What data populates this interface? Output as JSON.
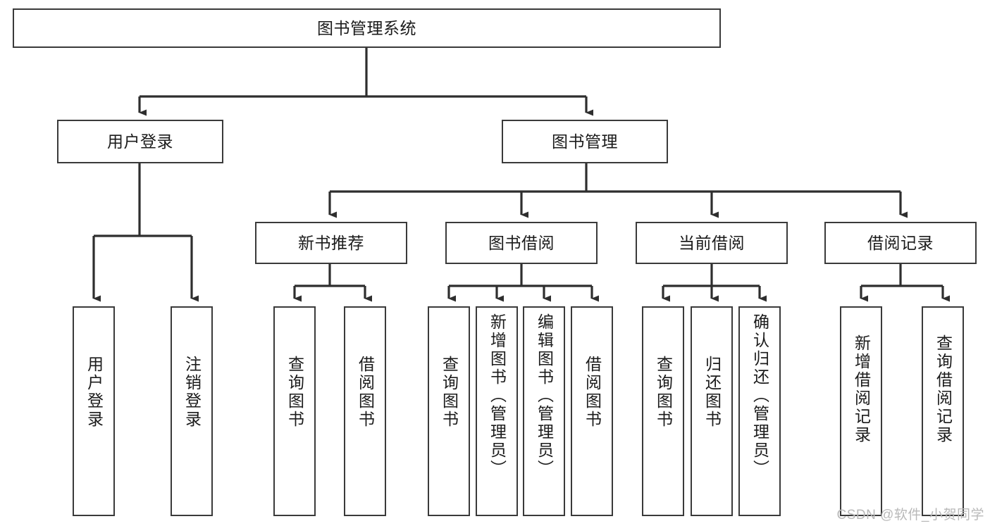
{
  "diagram": {
    "title": "图书管理系统",
    "type": "hierarchy-tree",
    "watermark": "CSDN @软件_小贺同学",
    "colors": {
      "box_border": "#3a3a3a",
      "box_fill": "#ffffff",
      "edge": "#2e2e2e",
      "text": "#1b1b1b",
      "watermark": "#b9b9b9"
    },
    "nodes": {
      "root": {
        "label": "图书管理系统"
      },
      "level1": [
        {
          "label": "用户登录"
        },
        {
          "label": "图书管理"
        }
      ],
      "level2": [
        {
          "label": "新书推荐"
        },
        {
          "label": "图书借阅"
        },
        {
          "label": "当前借阅"
        },
        {
          "label": "借阅记录"
        }
      ],
      "leaves": {
        "user_login": [
          {
            "label": "用户登录"
          },
          {
            "label": "注销登录"
          }
        ],
        "new_book_recommend": [
          {
            "label": "查询图书"
          },
          {
            "label": "借阅图书"
          }
        ],
        "book_borrow": [
          {
            "label": "查询图书"
          },
          {
            "label": "新增图书（管理员）"
          },
          {
            "label": "编辑图书（管理员）"
          },
          {
            "label": "借阅图书"
          }
        ],
        "current_borrow": [
          {
            "label": "查询图书"
          },
          {
            "label": "归还图书"
          },
          {
            "label": "确认归还（管理员）"
          }
        ],
        "borrow_record": [
          {
            "label": "新增借阅记录"
          },
          {
            "label": "查询借阅记录"
          }
        ]
      }
    }
  }
}
